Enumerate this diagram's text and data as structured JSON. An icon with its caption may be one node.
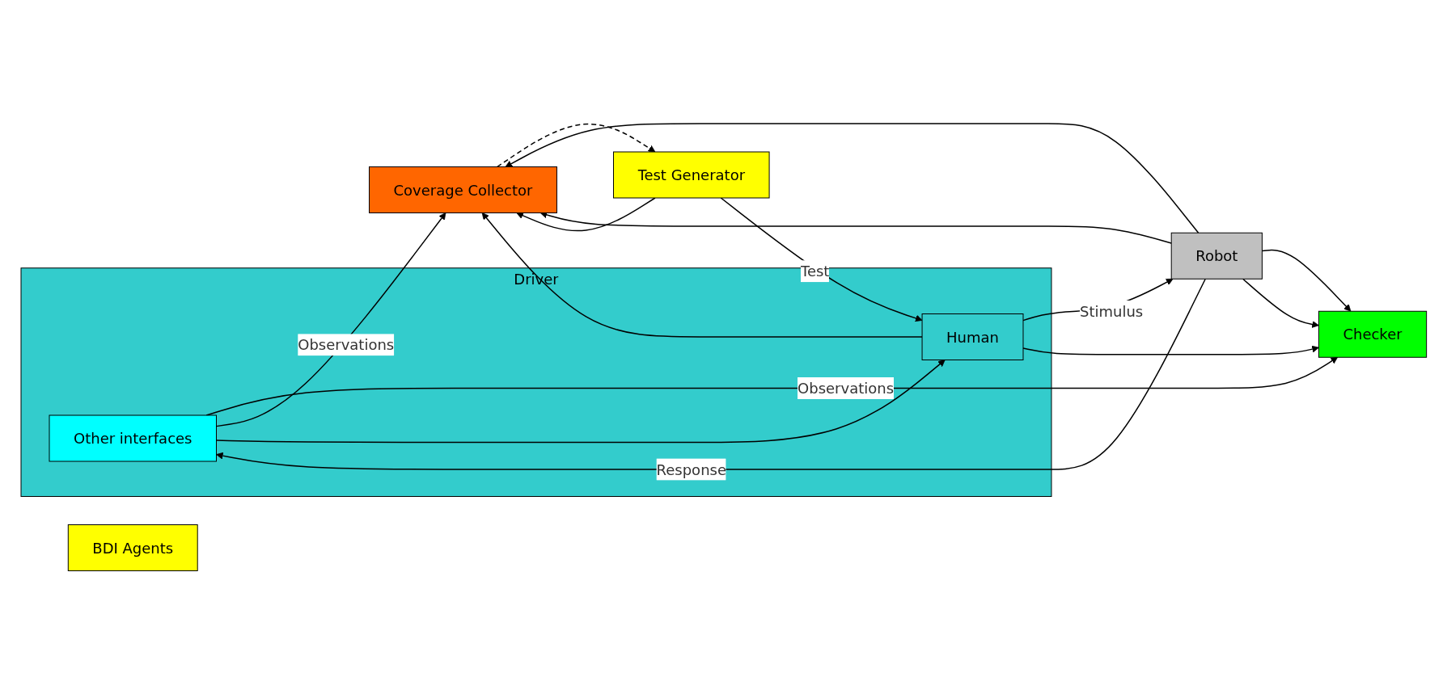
{
  "diagram": {
    "nodes": [
      {
        "text": [
          "Driver"
        ]
      },
      {
        "text": [
          "Other interfaces"
        ],
        "in": 0
      },
      {
        "text": [
          "BDI Agents"
        ]
      },
      {
        "text": [
          "Test Generator"
        ]
      },
      {
        "text": [
          "Human"
        ],
        "in": 0
      },
      {
        "text": [
          "Checker"
        ]
      },
      {
        "text": [
          "Robot"
        ]
      },
      {
        "text": [
          "Coverage Collector"
        ]
      }
    ],
    "edges": [
      {
        "from": 3,
        "to": 4,
        "arrow": "to",
        "label": "Test"
      },
      {
        "from": 3,
        "to": 7,
        "arrow": "to"
      },
      {
        "from": 4,
        "to": 6,
        "arrow": "to",
        "label": "Stimulus"
      },
      {
        "from": 4,
        "to": 5,
        "arrow": "to"
      },
      {
        "from": 4,
        "to": 7,
        "arrow": "to"
      },
      {
        "from": 6,
        "to": 5,
        "arrow": "to"
      },
      {
        "from": 6,
        "to": 7,
        "arrow": "to"
      },
      {
        "from": 6,
        "to": 1,
        "arrow": "to",
        "label": "Response"
      },
      {
        "from": 6,
        "to": 5,
        "arrow": "to"
      },
      {
        "from": 6,
        "to": 7,
        "arrow": "to"
      },
      {
        "from": 1,
        "to": 5,
        "arrow": "to",
        "label": "Observations"
      },
      {
        "from": 1,
        "to": 7,
        "arrow": "to",
        "label": "Observations"
      },
      {
        "from": 1,
        "to": 4,
        "arrow": "to"
      },
      {
        "from": 7,
        "to": 3,
        "arrow": "to",
        "style": "dashed"
      }
    ]
  }
}
